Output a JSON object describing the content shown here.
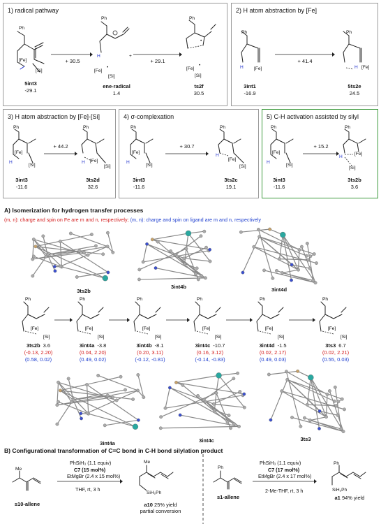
{
  "panels": [
    {
      "title": "1)  radical pathway",
      "arrows": [
        "+ 30.5",
        "+ 29.1"
      ],
      "species": [
        {
          "name": "5int3",
          "energy": "-29.1"
        },
        {
          "name": "ene-radical",
          "energy": "1.4"
        },
        {
          "name": "ts2f",
          "energy": "30.5"
        }
      ]
    },
    {
      "title": "2)  H atom abstraction by [Fe]",
      "arrows": [
        "+ 41.4"
      ],
      "species": [
        {
          "name": "3int1",
          "energy": "-16.9"
        },
        {
          "name": "5ts2e",
          "energy": "24.5"
        }
      ]
    },
    {
      "title": "3)  H atom abstraction by [Fe]-[Si]",
      "arrows": [
        "+ 44.2"
      ],
      "species": [
        {
          "name": "3int3",
          "energy": "-11.6"
        },
        {
          "name": "3ts2d",
          "energy": "32.6"
        }
      ]
    },
    {
      "title": "4)  σ-complexation",
      "arrows": [
        "+ 30.7"
      ],
      "species": [
        {
          "name": "3int3",
          "energy": "-11.6"
        },
        {
          "name": "3ts2c",
          "energy": "19.1"
        }
      ]
    },
    {
      "title": "5)  C-H activation assisted by silyl",
      "arrows": [
        "+ 15.2"
      ],
      "species": [
        {
          "name": "3int3",
          "energy": "-11.6"
        },
        {
          "name": "3ts2b",
          "energy": "3.6"
        }
      ]
    }
  ],
  "atoms": {
    "ph": "Ph",
    "fe": "[Fe]",
    "si": "[Si]",
    "h": "H",
    "dot": "•",
    "plus": "+"
  },
  "sectionA": {
    "title": "A) Isomerization for hydrogen transfer processes",
    "legend_red": "(m, n): charge and spin on Fe are m and n, respectively;",
    "legend_blue": "(m, n): charge and spin on ligand are m and n, respectively",
    "structures_top": [
      "3ts2b",
      "3int4b",
      "3int4d"
    ],
    "structures_bottom": [
      "3int4a",
      "3int4c",
      "3ts3"
    ],
    "path": [
      {
        "name": "3ts2b",
        "energy": "3.6",
        "fe": "(-0.13, 2.20)",
        "lig": "(0.58, 0.02)"
      },
      {
        "name": "3int4a",
        "energy": "-3.8",
        "fe": "(0.04, 2.20)",
        "lig": "(0.49, 0.02)"
      },
      {
        "name": "3int4b",
        "energy": "-8.1",
        "fe": "(0.20, 3.11)",
        "lig": "(-0.12, -0.81)"
      },
      {
        "name": "3int4c",
        "energy": "-10.7",
        "fe": "(0.16, 3.12)",
        "lig": "(-0.14, -0.83)"
      },
      {
        "name": "3int4d",
        "energy": "-1.5",
        "fe": "(0.02, 2.17)",
        "lig": "(0.49, 0.03)"
      },
      {
        "name": "3ts3",
        "energy": "6.7",
        "fe": "(0.02, 2.21)",
        "lig": "(0.55, 0.03)"
      }
    ]
  },
  "sectionB": {
    "title": "B) Configurational transformation of C=C bond in C-H bond silylation product",
    "left": {
      "substrate": "s10-allene",
      "sub_group": "Me",
      "cond1": "PhSiH₃ (1.1 equiv)",
      "cond2": "C7 (15 mol%)",
      "cond3": "EtMgBr (2.4 x 15 mol%)",
      "cond4": "THF, rt, 3 h",
      "product": "a10",
      "yield": "25% yield",
      "note": "partial conversion",
      "prod_group": "Me",
      "silyl": "SiH₂Ph"
    },
    "right": {
      "substrate": "s1-allene",
      "sub_group": "Ph",
      "cond1": "PhSiH₃  (1.1 equiv)",
      "cond2": "C7 (17 mol%)",
      "cond3": "EtMgBr (2.4 x 17 mol%)",
      "cond4": "2-Me-THF, rt, 3 h",
      "product": "a1",
      "yield": "94% yield",
      "prod_group": "Ph",
      "silyl": "SiH₂Ph"
    }
  }
}
